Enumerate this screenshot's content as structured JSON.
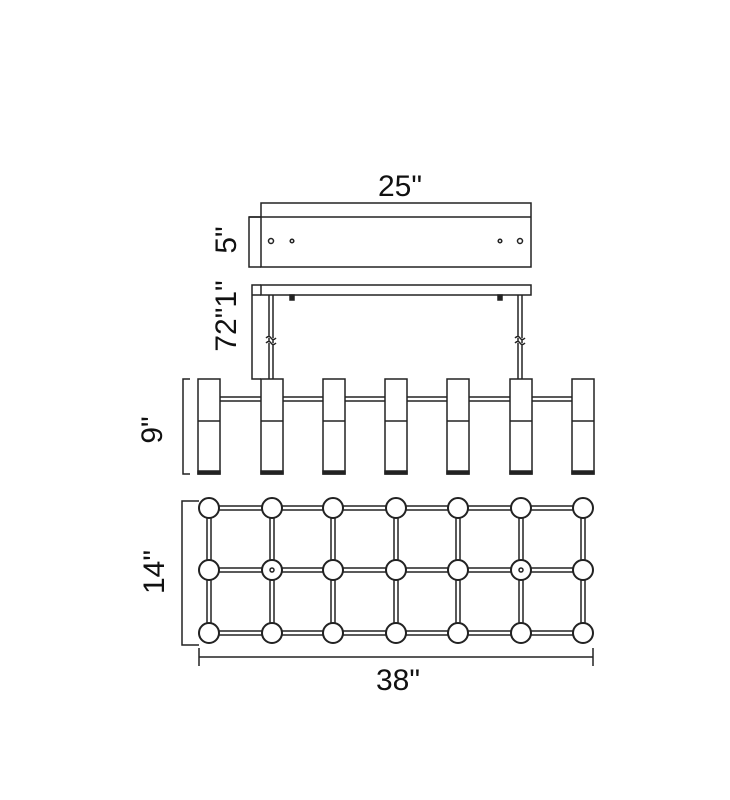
{
  "dimensions": {
    "canopy_width": "25\"",
    "canopy_depth": "5\"",
    "canopy_height_and_rod": "72\"1\"",
    "fixture_height": "9\"",
    "fixture_depth": "14\"",
    "fixture_width": "38\""
  },
  "colors": {
    "line": "#222222",
    "background": "#ffffff"
  }
}
